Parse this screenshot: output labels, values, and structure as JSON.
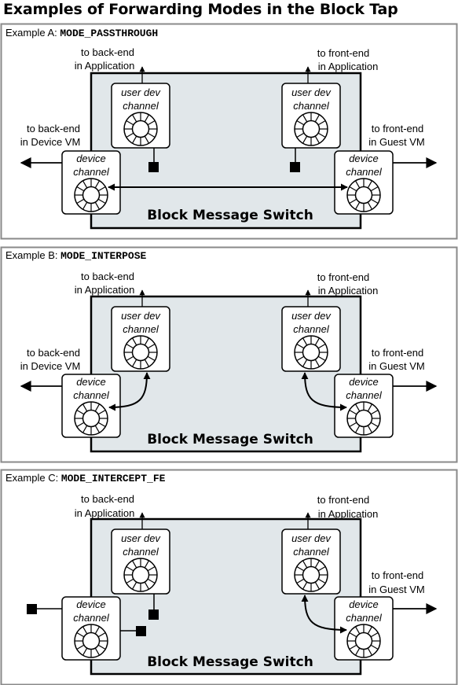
{
  "title": "Examples of Forwarding Modes in the Block Tap",
  "labels": {
    "user_dev_line1": "user dev",
    "user_dev_line2": "channel",
    "device_line1": "device",
    "device_line2": "channel",
    "switch": "Block Message Switch",
    "backend_app_line1": "to back-end",
    "backend_app_line2": "in Application",
    "frontend_app_line1": "to front-end",
    "frontend_app_line2": "in Application",
    "backend_vm_line1": "to back-end",
    "backend_vm_line2": "in Device VM",
    "frontend_vm_line1": "to front-end",
    "frontend_vm_line2": "in Guest VM"
  },
  "examples": [
    {
      "prefix": "Example A: ",
      "mode": "MODE_PASSTHROUGH"
    },
    {
      "prefix": "Example B: ",
      "mode": "MODE_INTERPOSE"
    },
    {
      "prefix": "Example C: ",
      "mode": "MODE_INTERCEPT_FE"
    }
  ],
  "colors": {
    "panel_border": "#8a8a8a",
    "switch_fill": "#e1e7ea",
    "box_fill": "#ffffff",
    "stroke": "#000000"
  }
}
